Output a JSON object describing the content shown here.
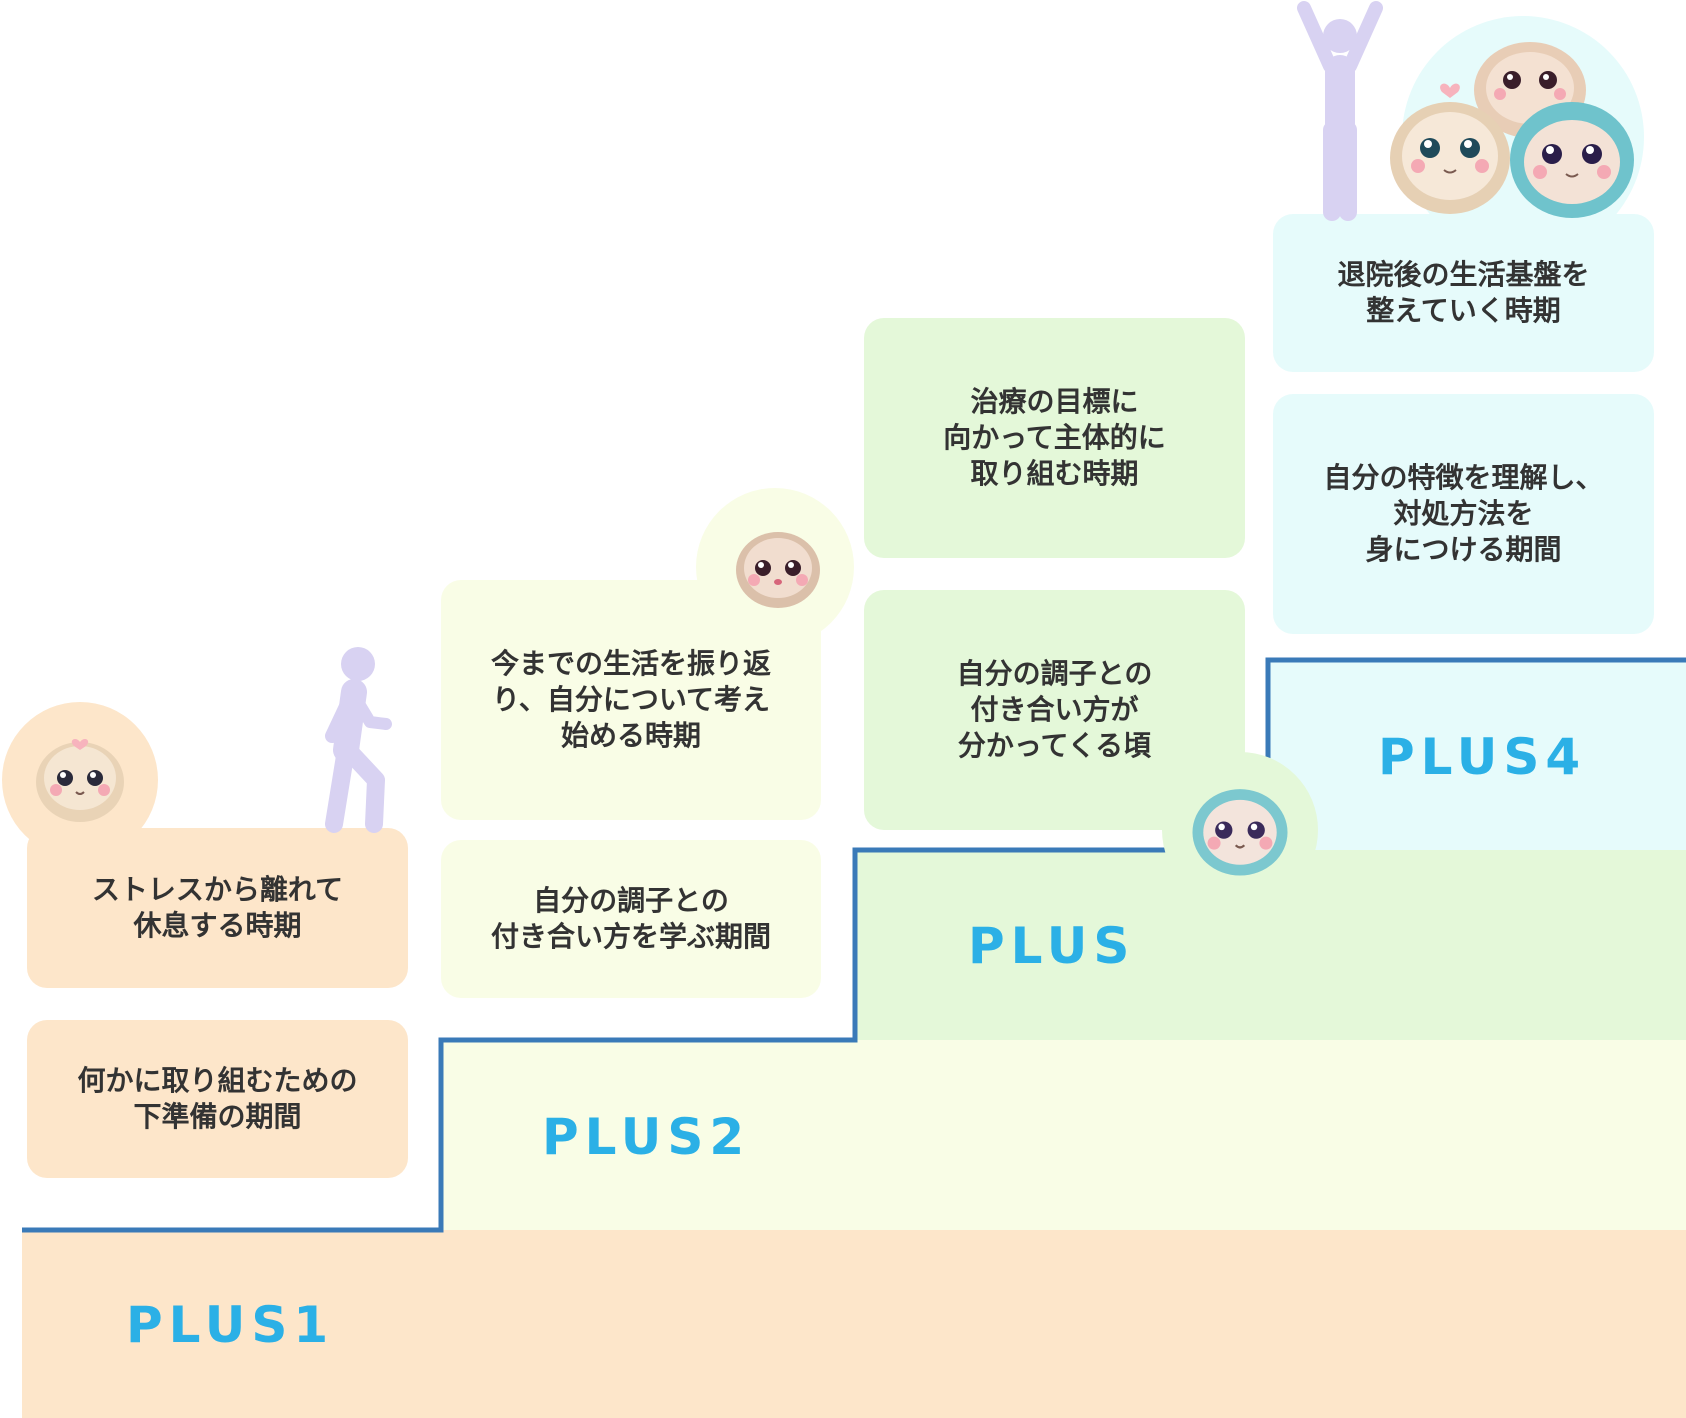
{
  "colors": {
    "plus1": "#fde6ca",
    "plus2": "#f9fde6",
    "plus3": "#e4f8d9",
    "plus4": "#e6fbfb",
    "stair_line": "#3a7ab8",
    "label": "#2bb0e6",
    "figure": "#d8d2f2",
    "text": "#333333"
  },
  "steps": [
    {
      "label": "PLUS1",
      "phases": [
        "ストレスから離れて\n休息する時期",
        "何かに取り組むための\n下準備の期間"
      ]
    },
    {
      "label": "PLUS2",
      "phases": [
        "今までの生活を振り返\nり、自分について考え\n始める時期",
        "自分の調子との\n付き合い方を学ぶ期間"
      ]
    },
    {
      "label": "PLUS",
      "phases": [
        "治療の目標に\n向かって主体的に\n取り組む時期",
        "自分の調子との\n付き合い方が\n分かってくる頃"
      ]
    },
    {
      "label": "PLUS4",
      "phases": [
        "退院後の生活基盤を\n整えていく時期",
        "自分の特徴を理解し、\n対処方法を\n身につける期間"
      ]
    }
  ]
}
